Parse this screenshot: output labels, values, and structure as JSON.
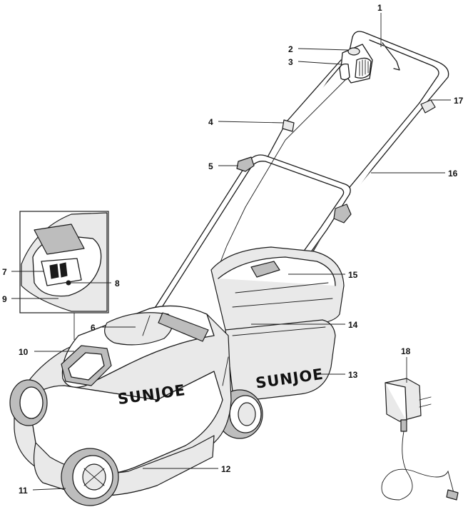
{
  "diagram": {
    "brand_front": "SUNJOE",
    "brand_side": "SUNJOE",
    "callouts": [
      "1",
      "2",
      "3",
      "4",
      "5",
      "6",
      "7",
      "8",
      "9",
      "10",
      "11",
      "12",
      "13",
      "14",
      "15",
      "16",
      "17",
      "18"
    ]
  },
  "colors": {
    "ink": "#1a1a1a",
    "body_fill": "#e9e9e9",
    "shade_fill": "#bdbdbd",
    "background": "#ffffff"
  }
}
